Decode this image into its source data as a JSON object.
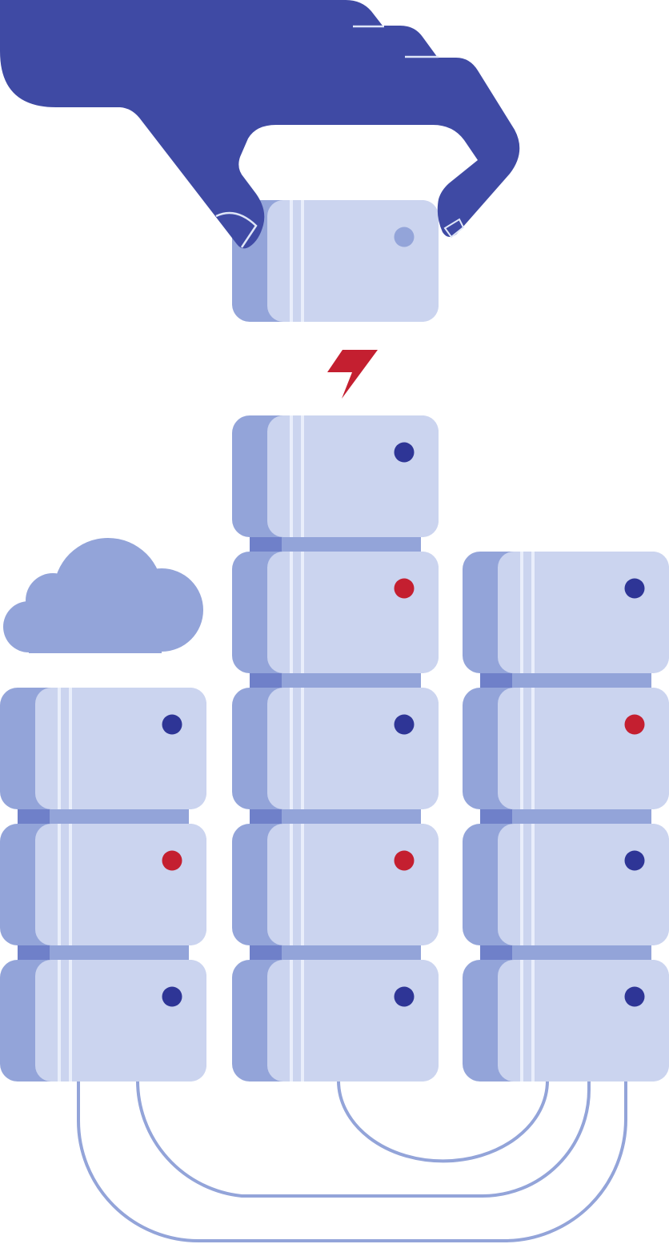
{
  "colors": {
    "background": "#ffffff",
    "hand": "#3f4aa4",
    "server_face": "#cbd4ef",
    "server_side": "#93a4d9",
    "connector": "#6f80c9",
    "stripe": "#e9eefb",
    "cable": "#93a4d9",
    "cloud": "#93a4d9",
    "led_ok": "#2e3596",
    "led_fault": "#c41f30",
    "led_removed": "#93a4d9",
    "bolt": "#c41f30"
  },
  "icons": {
    "hand": "hand-icon",
    "cloud": "cloud-icon",
    "bolt": "lightning-bolt-icon",
    "led": "status-led-icon"
  },
  "racks": [
    {
      "name": "left",
      "leds": [
        "ok",
        "fault",
        "ok"
      ]
    },
    {
      "name": "center",
      "leds": [
        "ok",
        "fault",
        "ok",
        "fault",
        "ok"
      ]
    },
    {
      "name": "right",
      "leds": [
        "ok",
        "fault",
        "ok",
        "ok"
      ]
    }
  ],
  "removed_server": {
    "led": "removed"
  }
}
